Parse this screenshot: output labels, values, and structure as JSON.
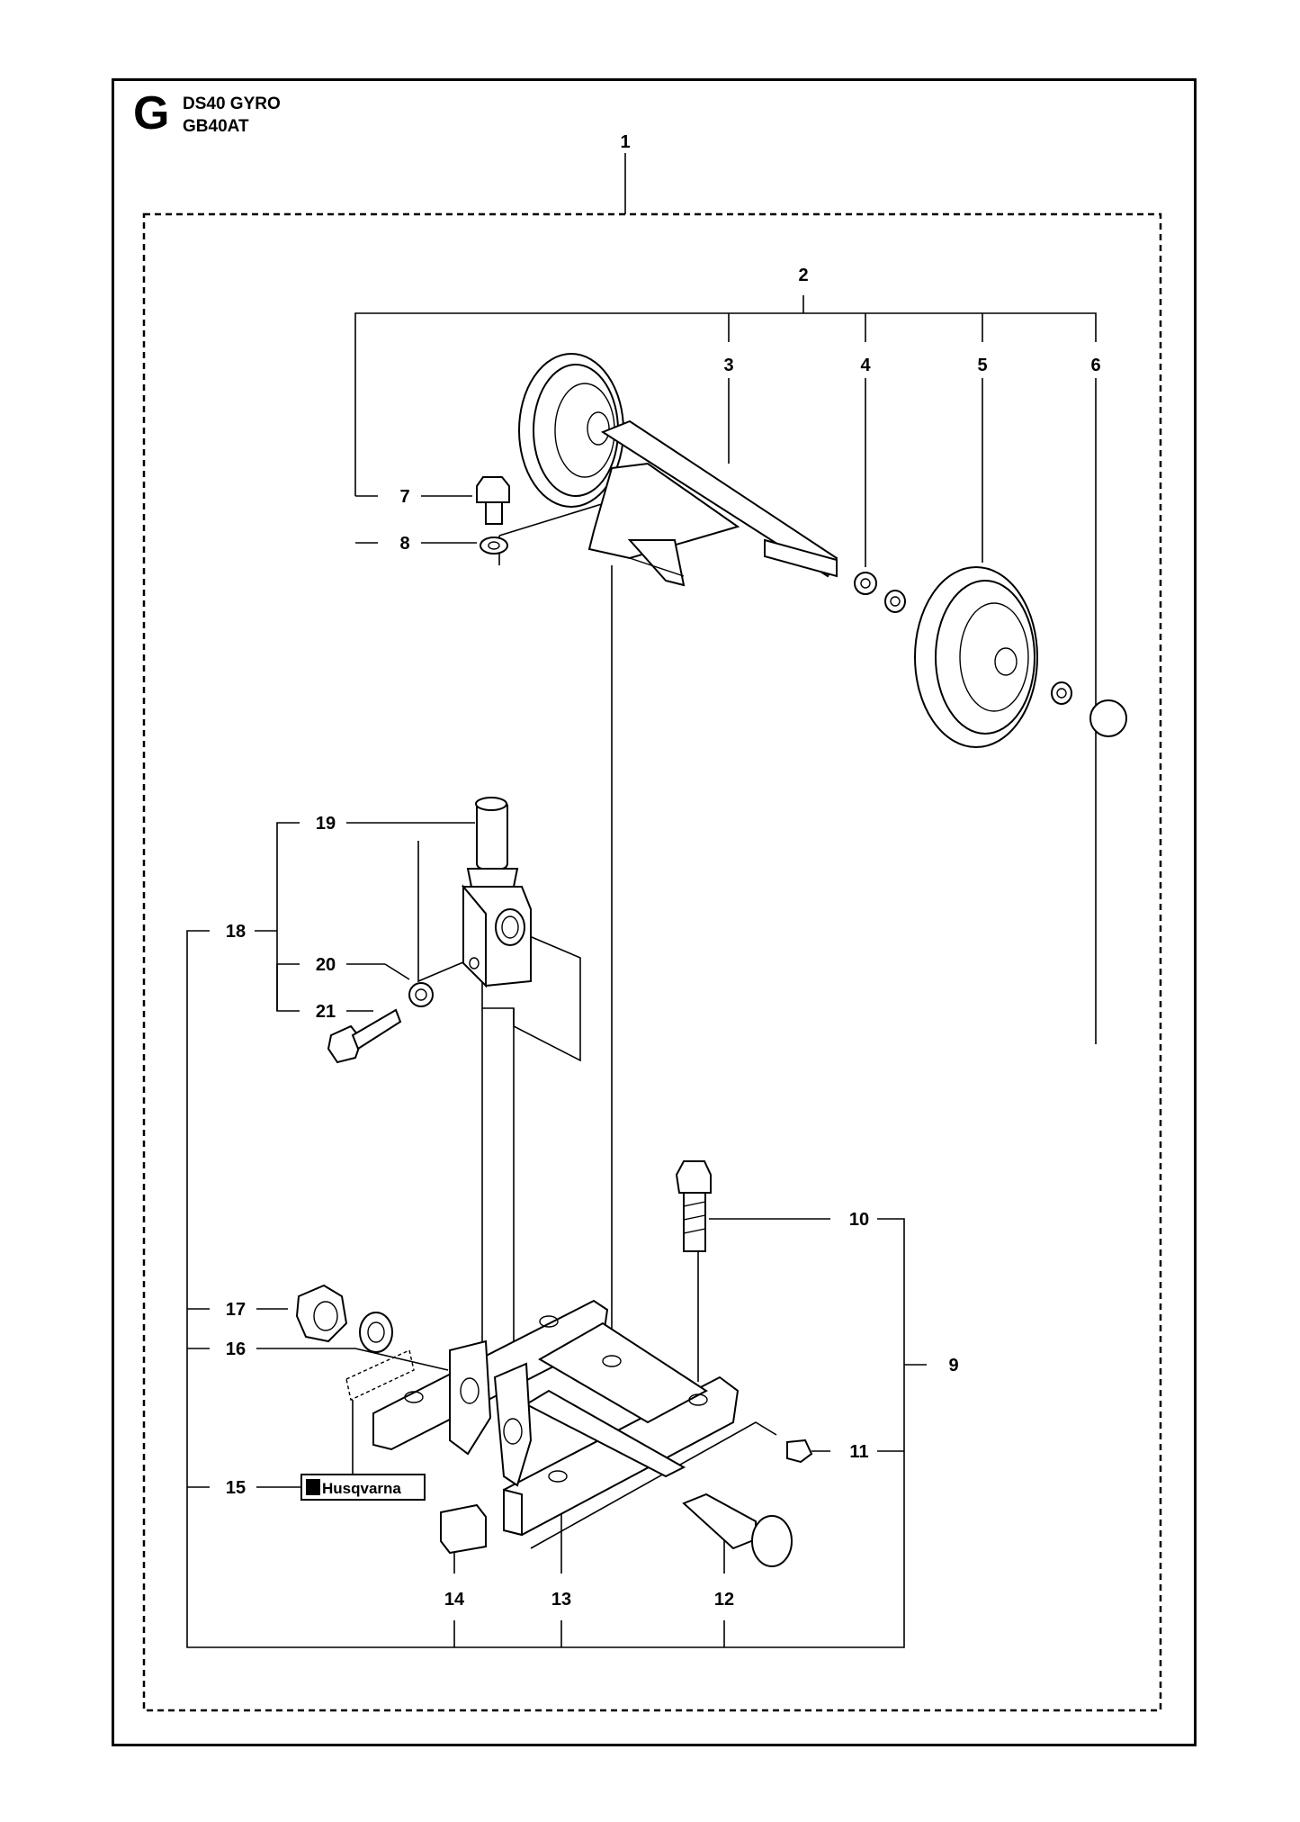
{
  "section_letter": "G",
  "models": [
    "DS40 GYRO",
    "GB40AT"
  ],
  "brand_logo_text": "Husqvarna",
  "callouts": [
    "1",
    "2",
    "3",
    "4",
    "5",
    "6",
    "7",
    "8",
    "9",
    "10",
    "11",
    "12",
    "13",
    "14",
    "15",
    "16",
    "17",
    "18",
    "19",
    "20",
    "21"
  ]
}
